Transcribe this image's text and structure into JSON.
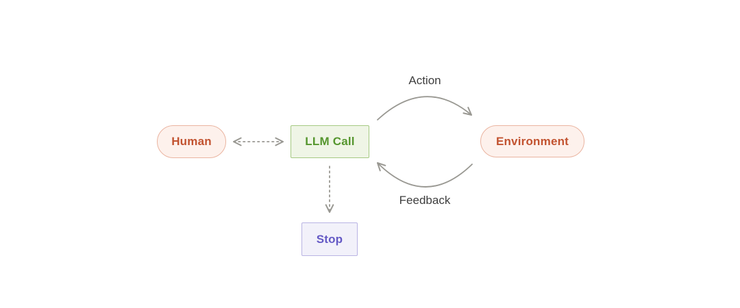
{
  "page": {
    "background": "#ffffff"
  },
  "diagram": {
    "nodes": {
      "human": {
        "label": "Human"
      },
      "llm_call": {
        "label": "LLM Call"
      },
      "environment": {
        "label": "Environment"
      },
      "stop": {
        "label": "Stop"
      }
    },
    "edge_labels": {
      "action": "Action",
      "feedback": "Feedback"
    }
  },
  "colors": {
    "human_environment_fill": "#fdf1ec",
    "human_environment_border": "#eab4a0",
    "human_environment_text": "#c25330",
    "llm_call_fill": "#eff5e6",
    "llm_call_border": "#a5c982",
    "llm_call_text": "#55962e",
    "stop_fill": "#f2f1fa",
    "stop_border": "#b9b3e3",
    "stop_text": "#6459c5",
    "arrow": "#999892",
    "edge_label_text": "#3d3d3d"
  }
}
